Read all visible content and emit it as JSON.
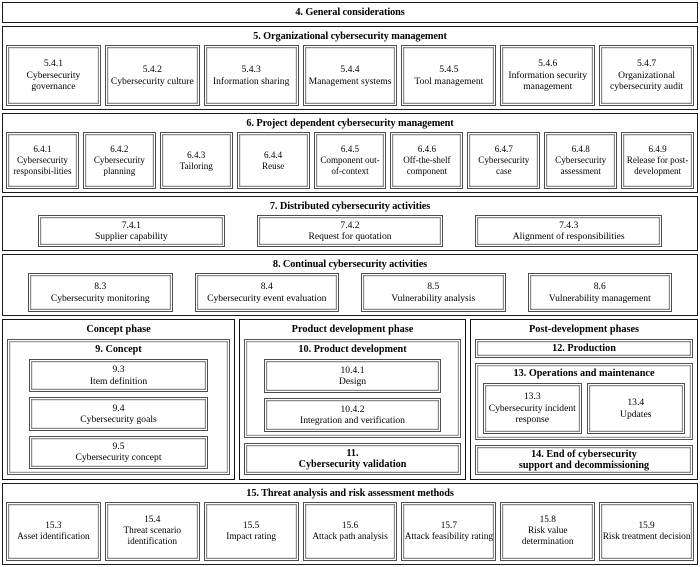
{
  "figure": {
    "type": "block-diagram",
    "standard_structure": "ISO/SAE 21434 road vehicle cybersecurity engineering clause overview"
  },
  "bands": {
    "general": {
      "title": "4. General considerations"
    },
    "organizational": {
      "title": "5. Organizational cybersecurity management",
      "boxes": [
        {
          "num": "5.4.1",
          "label": "Cybersecurity governance"
        },
        {
          "num": "5.4.2",
          "label": "Cybersecurity culture"
        },
        {
          "num": "5.4.3",
          "label": "Information sharing"
        },
        {
          "num": "5.4.4",
          "label": "Management systems"
        },
        {
          "num": "5.4.5",
          "label": "Tool management"
        },
        {
          "num": "5.4.6",
          "label": "Information security management"
        },
        {
          "num": "5.4.7",
          "label": "Organizational cybersecurity audit"
        }
      ]
    },
    "project_dependent": {
      "title": "6. Project dependent cybersecurity management",
      "boxes": [
        {
          "num": "6.4.1",
          "label": "Cybersecurity responsibi-lities"
        },
        {
          "num": "6.4.2",
          "label": "Cybersecurity planning"
        },
        {
          "num": "6.4.3",
          "label": "Tailoring"
        },
        {
          "num": "6.4.4",
          "label": "Reuse"
        },
        {
          "num": "6.4.5",
          "label": "Component out-of-context"
        },
        {
          "num": "6.4.6",
          "label": "Off-the-shelf component"
        },
        {
          "num": "6.4.7",
          "label": "Cybersecurity case"
        },
        {
          "num": "6.4.8",
          "label": "Cybersecurity assessment"
        },
        {
          "num": "6.4.9",
          "label": "Release for post-development"
        }
      ]
    },
    "distributed": {
      "title": "7. Distributed cybersecurity activities",
      "boxes": [
        {
          "num": "7.4.1",
          "label": "Supplier capability"
        },
        {
          "num": "7.4.2",
          "label": "Request for quotation"
        },
        {
          "num": "7.4.3",
          "label": "Alignment of responsibilities"
        }
      ]
    },
    "continual": {
      "title": "8. Continual cybersecurity activities",
      "boxes": [
        {
          "num": "8.3",
          "label": "Cybersecurity monitoring"
        },
        {
          "num": "8.4",
          "label": "Cybersecurity event evaluation"
        },
        {
          "num": "8.5",
          "label": "Vulnerability analysis"
        },
        {
          "num": "8.6",
          "label": "Vulnerability management"
        }
      ]
    },
    "threat": {
      "title": "15. Threat analysis and risk assessment methods",
      "boxes": [
        {
          "num": "15.3",
          "label": "Asset identification"
        },
        {
          "num": "15.4",
          "label": "Threat scenario identification"
        },
        {
          "num": "15.5",
          "label": "Impact rating"
        },
        {
          "num": "15.6",
          "label": "Attack path analysis"
        },
        {
          "num": "15.7",
          "label": "Attack feasibility rating"
        },
        {
          "num": "15.8",
          "label": "Risk value determination"
        },
        {
          "num": "15.9",
          "label": "Risk treatment decision"
        }
      ]
    }
  },
  "phases": {
    "concept": {
      "title": "Concept phase",
      "clause": {
        "title": "9. Concept",
        "boxes": [
          {
            "num": "9.3",
            "label": "Item definition"
          },
          {
            "num": "9.4",
            "label": "Cybersecurity goals"
          },
          {
            "num": "9.5",
            "label": "Cybersecurity concept"
          }
        ]
      }
    },
    "product_development": {
      "title": "Product development phase",
      "clause": {
        "title": "10. Product development",
        "boxes": [
          {
            "num": "10.4.1",
            "label": "Design"
          },
          {
            "num": "10.4.2",
            "label": "Integration and verification"
          }
        ]
      },
      "validation": {
        "num": "11.",
        "label": "Cybersecurity validation"
      }
    },
    "post_development": {
      "title": "Post-development phases",
      "production": {
        "label": "12. Production"
      },
      "operations": {
        "title": "13. Operations and maintenance",
        "boxes": [
          {
            "num": "13.3",
            "label": "Cybersecurity incident response"
          },
          {
            "num": "13.4",
            "label": "Updates"
          }
        ]
      },
      "end_of_support": {
        "line1": "14. End of cybersecurity",
        "line2": "support and decommissioning"
      }
    }
  },
  "colors": {
    "page_background": "#ffffff",
    "outer_border": "#1a1a1a",
    "inner_border": "#4d4d4d",
    "text": "#000000"
  }
}
